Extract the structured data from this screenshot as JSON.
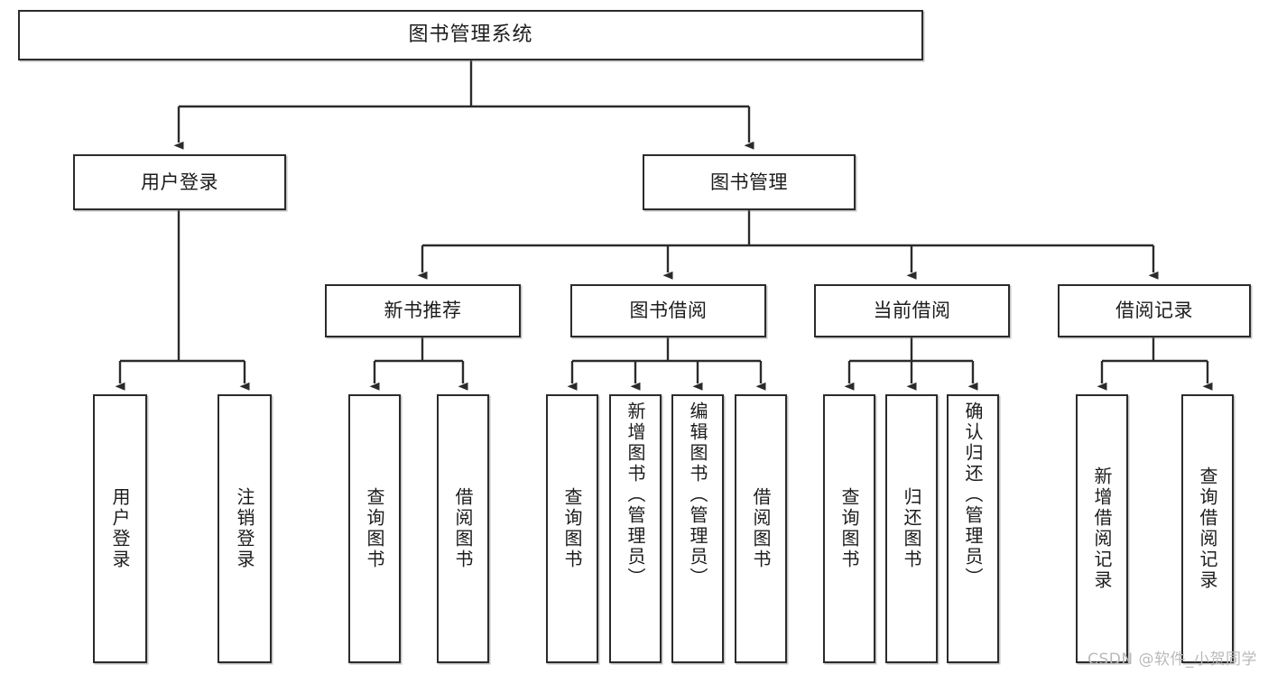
{
  "diagram": {
    "title": "图书管理系统",
    "watermark": "CSDN @软件_小贺同学",
    "line_color": "#2b2b2b",
    "box_fill": "#ffffff",
    "text_color": "#1c1c1c",
    "tiers": {
      "root": {
        "label": "图书管理系统"
      },
      "tier2": [
        {
          "label": "用户登录"
        },
        {
          "label": "图书管理"
        }
      ],
      "tier3": [
        {
          "label": "新书推荐"
        },
        {
          "label": "图书借阅"
        },
        {
          "label": "当前借阅"
        },
        {
          "label": "借阅记录"
        }
      ],
      "leaves": {
        "user_login": [
          {
            "label": "用户登录"
          },
          {
            "label": "注销登录"
          }
        ],
        "new_book_recommend": [
          {
            "label": "查询图书"
          },
          {
            "label": "借阅图书"
          }
        ],
        "book_borrow": [
          {
            "label": "查询图书"
          },
          {
            "label": "新增图书（管理员）"
          },
          {
            "label": "编辑图书（管理员）"
          },
          {
            "label": "借阅图书"
          }
        ],
        "current_borrow": [
          {
            "label": "查询图书"
          },
          {
            "label": "归还图书"
          },
          {
            "label": "确认归还（管理员）"
          }
        ],
        "borrow_record": [
          {
            "label": "新增借阅记录"
          },
          {
            "label": "查询借阅记录"
          }
        ]
      }
    }
  }
}
